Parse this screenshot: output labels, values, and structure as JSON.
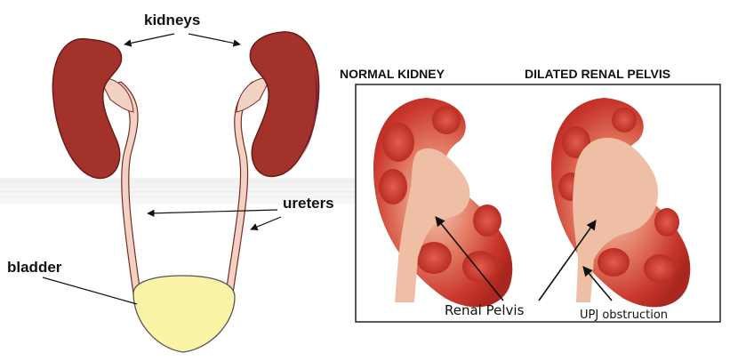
{
  "left_diagram": {
    "labels": {
      "kidneys": "kidneys",
      "ureters": "ureters",
      "bladder": "bladder"
    }
  },
  "right_diagram": {
    "titles": {
      "normal": "NORMAL KIDNEY",
      "dilated": "DILATED RENAL PELVIS"
    },
    "labels": {
      "renal_pelvis": "Renal Pelvis",
      "upj_obstruction": "UPJ obstruction"
    }
  },
  "colors": {
    "kidney_dark": "#a3322b",
    "kidney_shadow": "#7b1f3a",
    "ureter_pink": "#f2d2c2",
    "bladder_yellow": "#fbf4a6",
    "cross_section_red": "#d63a2a",
    "pelvis_tan": "#eebfa5"
  }
}
